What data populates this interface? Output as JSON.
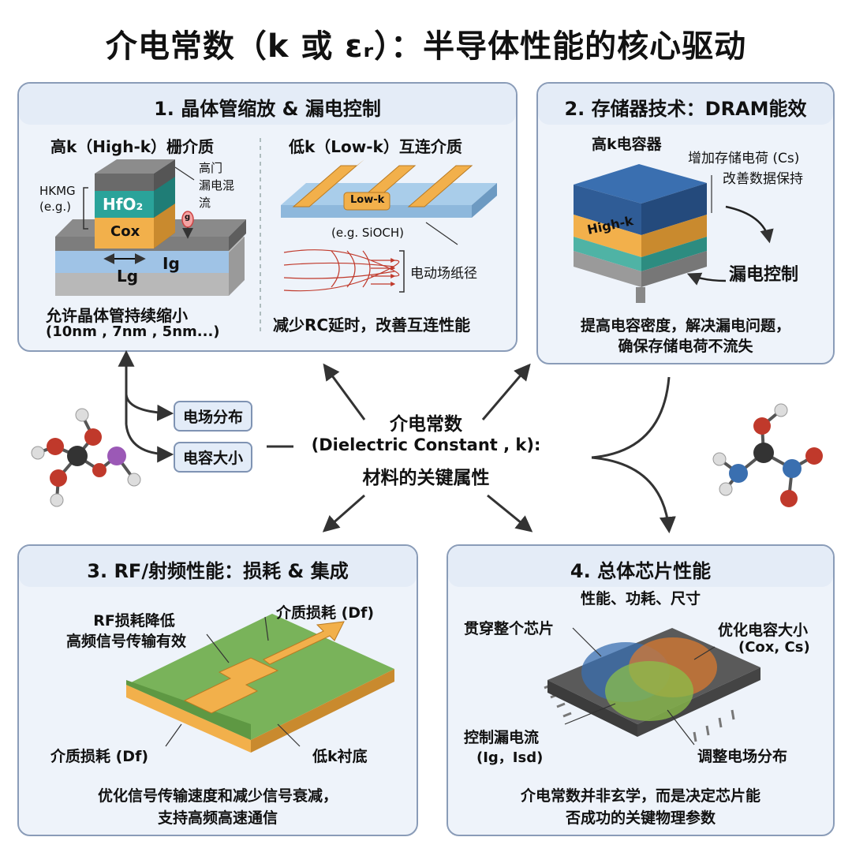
{
  "title": "介电常数（k 或 εᵣ）：半导体性能的核心驱动",
  "center": {
    "line1": "介电常数",
    "line2": "(Dielectric Constant , k):",
    "line3": "材料的关键属性",
    "tag_field": "电场分布",
    "tag_cap": "电容大小"
  },
  "panel1": {
    "title": "1. 晶体管缩放 & 漏电控制",
    "left_heading": "高k（High-k）栅介质",
    "hkmg": "HKMG",
    "eg": "(e.g.)",
    "hfo2": "HfO₂",
    "cox": "Cox",
    "leak_line1": "高门",
    "leak_line2": "漏电混",
    "leak_line3": "流",
    "ig": "Ig",
    "lg": "Lg",
    "g_small": "g",
    "left_caption1": "允许晶体管持续缩小",
    "left_caption2": "(10nm , 7nm , 5nm...)",
    "right_heading": "低k（Low-k）互连介质",
    "lowk": "Low-k",
    "sioch": "(e.g. SiOCH)",
    "field_label": "电动场纸径",
    "right_caption": "减少RC延时，改善互连性能"
  },
  "panel2": {
    "title": "2. 存储器技术：DRAM能效",
    "cap_label": "高k电容器",
    "charge1": "增加存储电荷 (Cs)",
    "charge2": "改善数据保持",
    "highk": "High-k",
    "leak": "漏电控制",
    "caption1": "提高电容密度，解决漏电问题，",
    "caption2": "确保存储电荷不流失"
  },
  "panel3": {
    "title": "3. RF/射频性能：损耗 & 集成",
    "rf1": "RF损耗降低",
    "rf2": "高频信号传输有效",
    "df_top": "介质损耗 (Df)",
    "df_left": "介质损耗 (Df)",
    "substrate": "低k衬底",
    "caption1": "优化信号传输速度和减少信号衰减，",
    "caption2": "支持高频高速通信"
  },
  "panel4": {
    "title": "4. 总体芯片性能",
    "subtitle": "性能、功耗、尺寸",
    "through": "贯穿整个芯片",
    "optimize1": "优化电容大小",
    "optimize2": "(Cox, Cs)",
    "control1": "控制漏电流",
    "control2": "(Ig，Isd)",
    "adjust": "调整电场分布",
    "caption1": "介电常数并非玄学，而是决定芯片能",
    "caption2": "否成功的关键物理参数"
  },
  "colors": {
    "panel_bg": "#eef3fa",
    "panel_border": "#8a9cb8",
    "orange": "#f2b04b",
    "teal": "#2aa39a",
    "blue": "#3a6fb0",
    "green": "#79b35a"
  }
}
